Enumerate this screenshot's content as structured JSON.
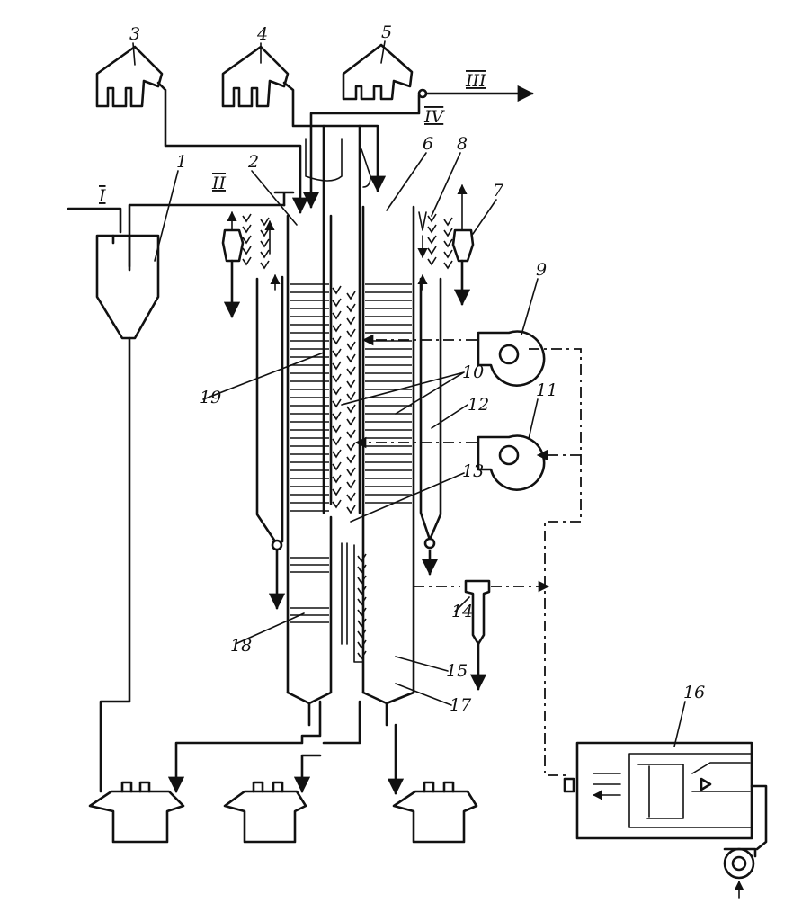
{
  "labels": {
    "n1": "1",
    "n2": "2",
    "n3": "3",
    "n4": "4",
    "n5": "5",
    "n6": "6",
    "n7": "7",
    "n8": "8",
    "n9": "9",
    "n10": "10",
    "n11": "11",
    "n12": "12",
    "n13": "13",
    "n14": "14",
    "n15": "15",
    "n16": "16",
    "n17": "17",
    "n18": "18",
    "n19": "19"
  },
  "streams": {
    "I": "I",
    "II": "II",
    "III": "III",
    "IV": "IV"
  }
}
